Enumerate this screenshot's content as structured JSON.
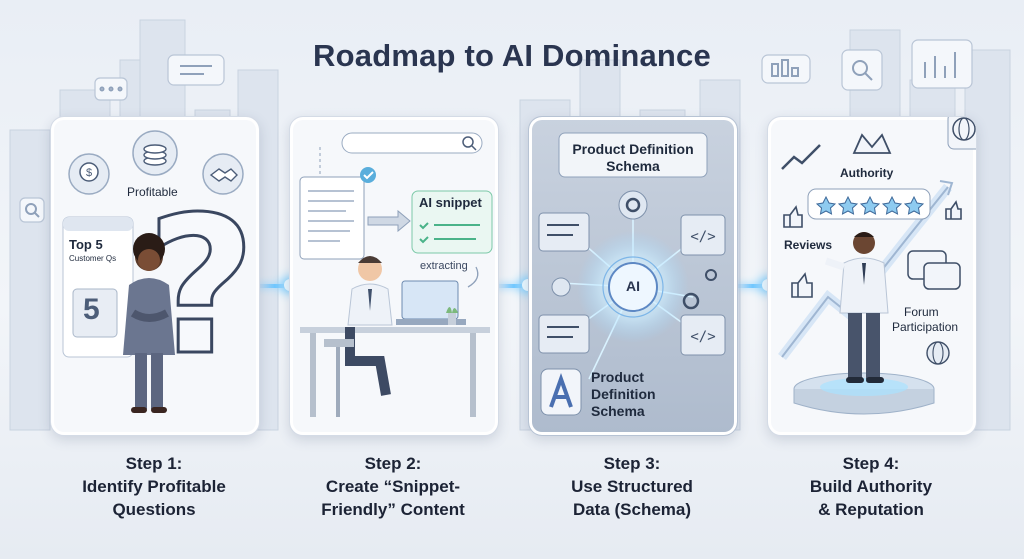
{
  "title": "Roadmap to AI Dominance",
  "colors": {
    "accent": "#6ec6ff",
    "title": "#2a3550",
    "card_dark": "#aebbcd"
  },
  "steps": [
    {
      "caption_line1": "Step 1:",
      "caption_line2": "Identify Profitable",
      "caption_line3": "Questions",
      "labels": {
        "profitable": "Profitable",
        "top5": "Top 5",
        "customer_qs": "Customer Qs",
        "number": "5"
      },
      "icons": [
        "dollar-coin-icon",
        "coin-stack-icon",
        "handshake-icon",
        "question-mark-icon"
      ]
    },
    {
      "caption_line1": "Step 2:",
      "caption_line2": "Create “Snippet-",
      "caption_line3": "Friendly” Content",
      "labels": {
        "ai_snippet": "AI snippet",
        "extracting": "extracting"
      },
      "icons": [
        "search-icon",
        "checkmark-icon",
        "arrow-right-icon",
        "laptop-icon"
      ]
    },
    {
      "caption_line1": "Step 3:",
      "caption_line2": "Use Structured",
      "caption_line3": "Data (Schema)",
      "labels": {
        "schema_top_line1": "Product Definition",
        "schema_top_line2": "Schema",
        "ai": "AI",
        "schema_bottom_line1": "Product",
        "schema_bottom_line2": "Definition",
        "schema_bottom_line3": "Schema"
      },
      "icons": [
        "gear-icon",
        "code-icon",
        "ai-chip-icon",
        "app-logo-icon"
      ]
    },
    {
      "caption_line1": "Step 4:",
      "caption_line2": "Build Authority",
      "caption_line3": "& Reputation",
      "labels": {
        "authority": "Authority",
        "reviews": "Reviews",
        "forum_line1": "Forum",
        "forum_line2": "Participation"
      },
      "icons": [
        "crown-icon",
        "star-icon",
        "thumbs-up-icon",
        "globe-icon",
        "chat-bubble-icon",
        "trend-up-icon"
      ]
    }
  ]
}
